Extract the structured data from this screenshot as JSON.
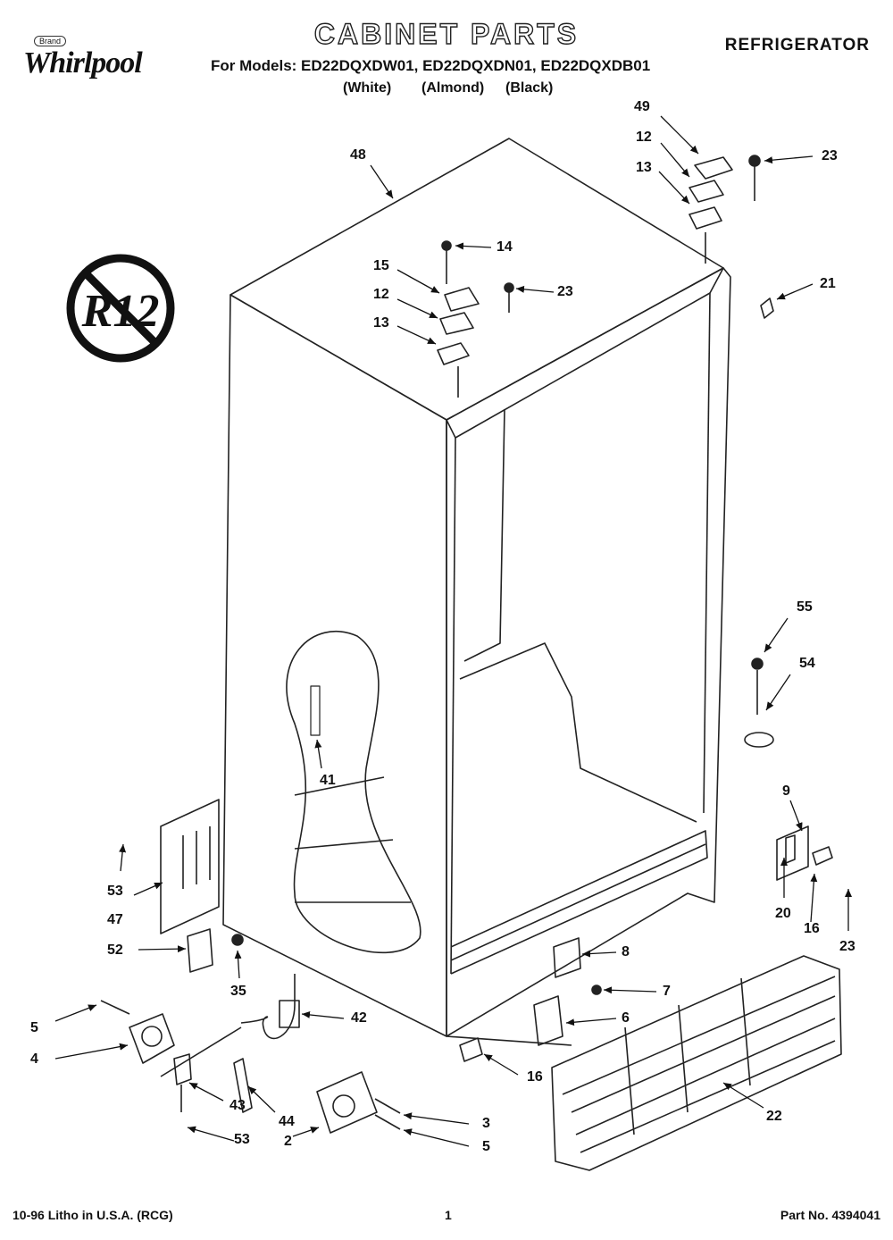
{
  "header": {
    "brand_badge": "Brand",
    "brand": "Whirlpool",
    "title": "CABINET PARTS",
    "models": "For Models: ED22DQXDW01, ED22DQXDN01, ED22DQXDB01",
    "finish_white": "(White)",
    "finish_almond": "(Almond)",
    "finish_black": "(Black)",
    "category": "REFRIGERATOR"
  },
  "emblem": {
    "text": "R12"
  },
  "callouts": {
    "c48": "48",
    "c49": "49",
    "c12a": "12",
    "c13a": "13",
    "c23a": "23",
    "c14": "14",
    "c15": "15",
    "c12b": "12",
    "c13b": "13",
    "c23b": "23",
    "c21": "21",
    "c55": "55",
    "c54": "54",
    "c41": "41",
    "c9": "9",
    "c20": "20",
    "c16a": "16",
    "c23c": "23",
    "c53a": "53",
    "c47": "47",
    "c52": "52",
    "c35": "35",
    "c8": "8",
    "c7": "7",
    "c6": "6",
    "c5a": "5",
    "c4": "4",
    "c42": "42",
    "c43": "43",
    "c44": "44",
    "c53b": "53",
    "c2": "2",
    "c3": "3",
    "c5b": "5",
    "c16b": "16",
    "c22": "22"
  },
  "footer": {
    "print_info": "10-96 Litho in U.S.A. (RCG)",
    "page_number": "1",
    "part_number": "Part No. 4394041"
  }
}
